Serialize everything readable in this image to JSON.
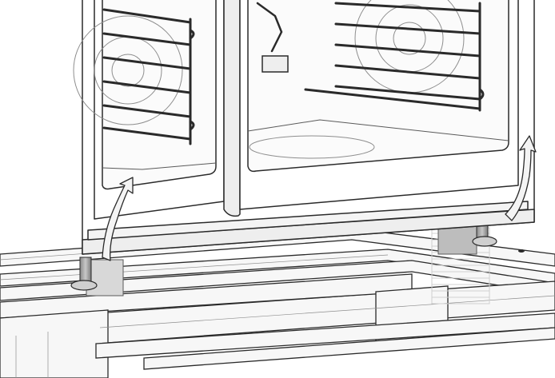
{
  "diagram": {
    "colors": {
      "background": "#ffffff",
      "line": "#2a2a2a",
      "light_line": "#8e8e8e",
      "metal": "#eeeeee",
      "shadow": "#bdbdbd",
      "pallet": "#f7f7f7",
      "arrow_fill": "#f4f4f4"
    },
    "components": [
      {
        "name": "oven-body",
        "icon": "oven-icon"
      },
      {
        "name": "oven-rack",
        "icon": "rack-icon"
      },
      {
        "name": "fan-cover",
        "icon": "fan-icon"
      },
      {
        "name": "adjustable-foot",
        "icon": "foot-icon"
      },
      {
        "name": "lift-arrow",
        "icon": "curved-arrow-icon"
      },
      {
        "name": "wooden-pallet",
        "icon": "pallet-icon"
      }
    ]
  }
}
